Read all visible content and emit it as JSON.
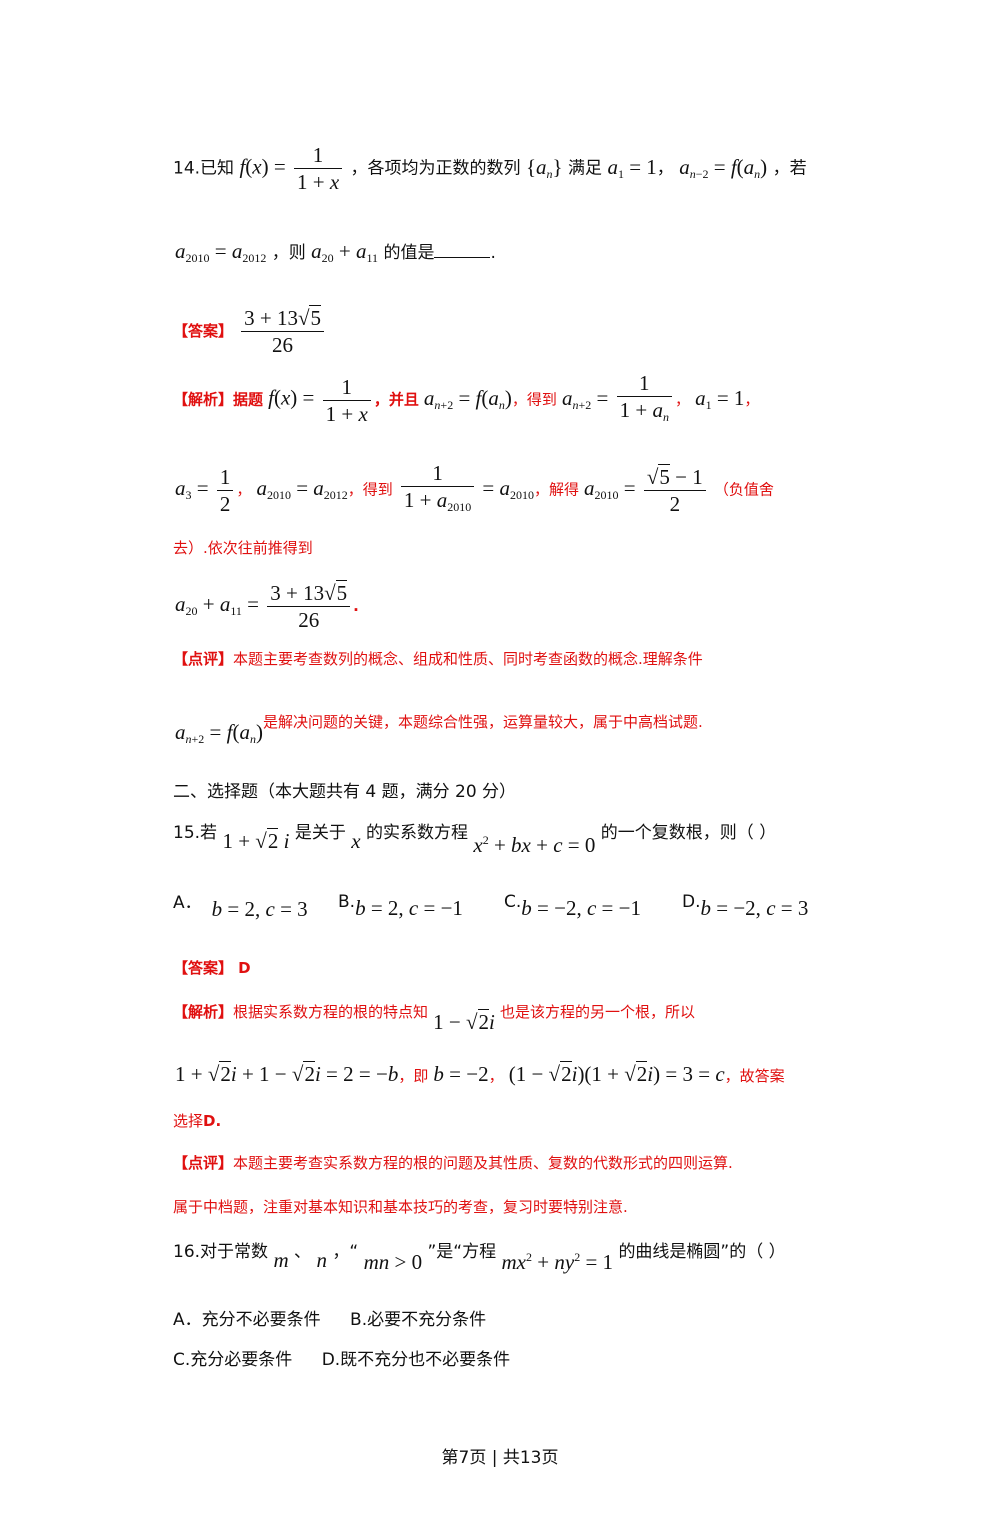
{
  "q14": {
    "prefix": "14.已知",
    "mid1": "，各项均为正数的数列",
    "mid2": "满足",
    "comma": "，",
    "end1": "，若",
    "line2_mid": "，则",
    "line2_end": "的值是",
    "line2_dot": ".",
    "answer_label": "【答案】",
    "analysis_label": "【解析】",
    "analysis_t1": "据题",
    "analysis_t2": "，并且",
    "analysis_t3": "，得到",
    "sep": "，",
    "a_t1": "，得到",
    "a_t2": "，解得",
    "a_t3": "（负值舍",
    "a_t4": "去）.依次往前推得到",
    "final_dot": ".",
    "comment_label": "【点评】",
    "comment_t1": "本题主要考查数列的概念、组成和性质、同时考查函数的概念.理解条件",
    "comment_t2": "是解决问题的关键，本题综合性强，运算量较大，属于中高档试题."
  },
  "section2": "二、选择题（本大题共有 4 题，满分 20 分）",
  "q15": {
    "prefix": "15.若",
    "t1": "是关于",
    "t2": "的实系数方程",
    "t3": "的一个复数根，则（ ）",
    "options": [
      "A．",
      "B.",
      "C.",
      "D."
    ],
    "answer_label": "【答案】",
    "answer": "D",
    "analysis_label": "【解析】",
    "analysis_t1": "根据实系数方程的根的特点知",
    "analysis_t2": "也是该方程的另一个根，所以",
    "analysis_t3": "，即",
    "analysis_t4": "，",
    "analysis_t5": "，故答案",
    "analysis_t6": "选择",
    "analysis_t7": "D.",
    "comment_label": "【点评】",
    "comment_t1": "本题主要考查实系数方程的根的问题及其性质、复数的代数形式的四则运算.",
    "comment_t2": "属于中档题，注重对基本知识和基本技巧的考查，复习时要特别注意."
  },
  "q16": {
    "prefix": "16.对于常数",
    "t1": "、",
    "t2": "，“",
    "t3": "”是“方程",
    "t4": "的曲线是椭圆”的（ ）",
    "optA": "A．充分不必要条件",
    "optB": "B.必要不充分条件",
    "optC": "C.充分必要条件",
    "optD": "D.既不充分也不必要条件"
  },
  "footer": "第7页 | 共13页"
}
